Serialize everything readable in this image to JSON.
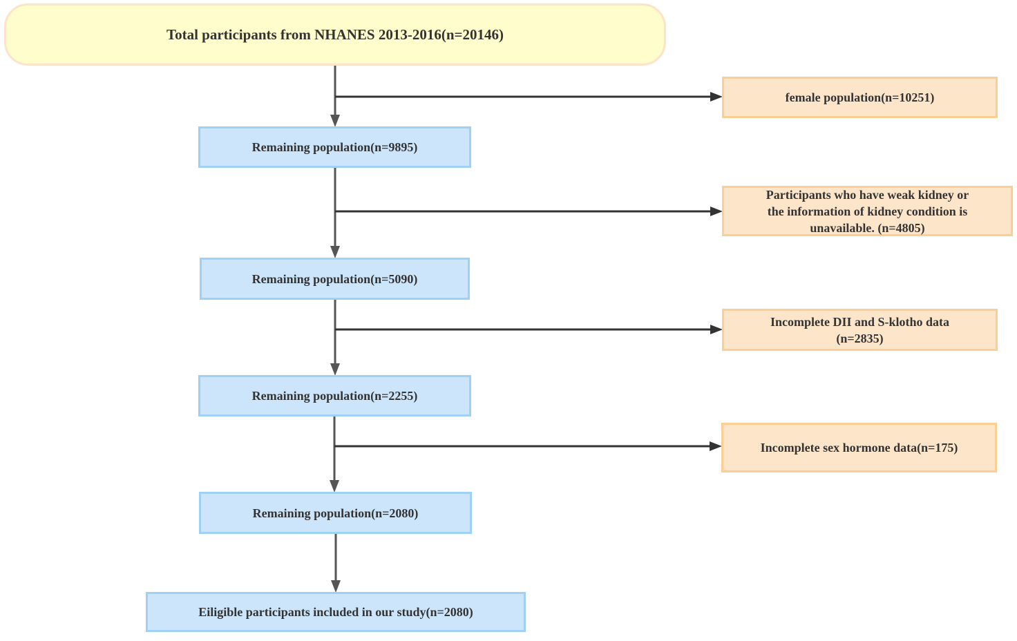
{
  "nodes": {
    "start": {
      "text": "Total participants from NHANES 2013-2016(n=20146)"
    },
    "remaining_1": {
      "text": "Remaining population(n=9895)"
    },
    "remaining_2": {
      "text": "Remaining population(n=5090)"
    },
    "remaining_3": {
      "text": "Remaining population(n=2255)"
    },
    "remaining_4": {
      "text": "Remaining population(n=2080)"
    },
    "final": {
      "text": "Eiligible participants included in our study(n=2080)"
    }
  },
  "exclusions": {
    "female": {
      "text": "female population(n=10251)"
    },
    "kidney": {
      "lines": [
        "Participants who have weak kidney or",
        "the information of kidney condition is",
        "unavailable. (n=4805)"
      ]
    },
    "dii": {
      "lines": [
        "Incomplete DII and S-klotho data",
        "(n=2835)"
      ]
    },
    "hormone": {
      "text": "Incomplete sex hormone data(n=175)"
    }
  },
  "colors": {
    "start_fill": "#fffdcc",
    "start_border": "#fde3c8",
    "step_fill": "#cce5fb",
    "step_border": "#9fd1f5",
    "exclusion_fill": "#fde5ca",
    "exclusion_border": "#fbcf93",
    "connector_main": "#555555",
    "connector_branch": "#333333",
    "text": "#333333"
  }
}
